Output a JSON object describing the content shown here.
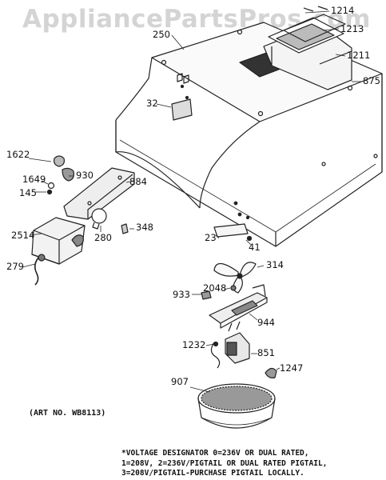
{
  "watermark": "AppliancePartsPros.com",
  "parts": {
    "p250": "250",
    "p1214": "1214",
    "p1213": "1213",
    "p1211": "1211",
    "p875": "875",
    "p32": "32",
    "p1622": "1622",
    "p1649": "1649",
    "p930": "930",
    "p145": "145",
    "p884": "884",
    "p2514": "2514",
    "p280": "280",
    "p348": "348",
    "p279": "279",
    "p23": "23",
    "p41": "41",
    "p314": "314",
    "p2048": "2048",
    "p933": "933",
    "p944": "944",
    "p1232": "1232",
    "p851": "851",
    "p1247": "1247",
    "p907": "907"
  },
  "art_number": "(ART NO. WB8113)",
  "note": [
    "*VOLTAGE DESIGNATOR 0=236V OR DUAL RATED,",
    "1=208V, 2=236V/PIGTAIL OR DUAL RATED PIGTAIL,",
    "3=208V/PIGTAIL-PURCHASE PIGTAIL LOCALLY."
  ]
}
